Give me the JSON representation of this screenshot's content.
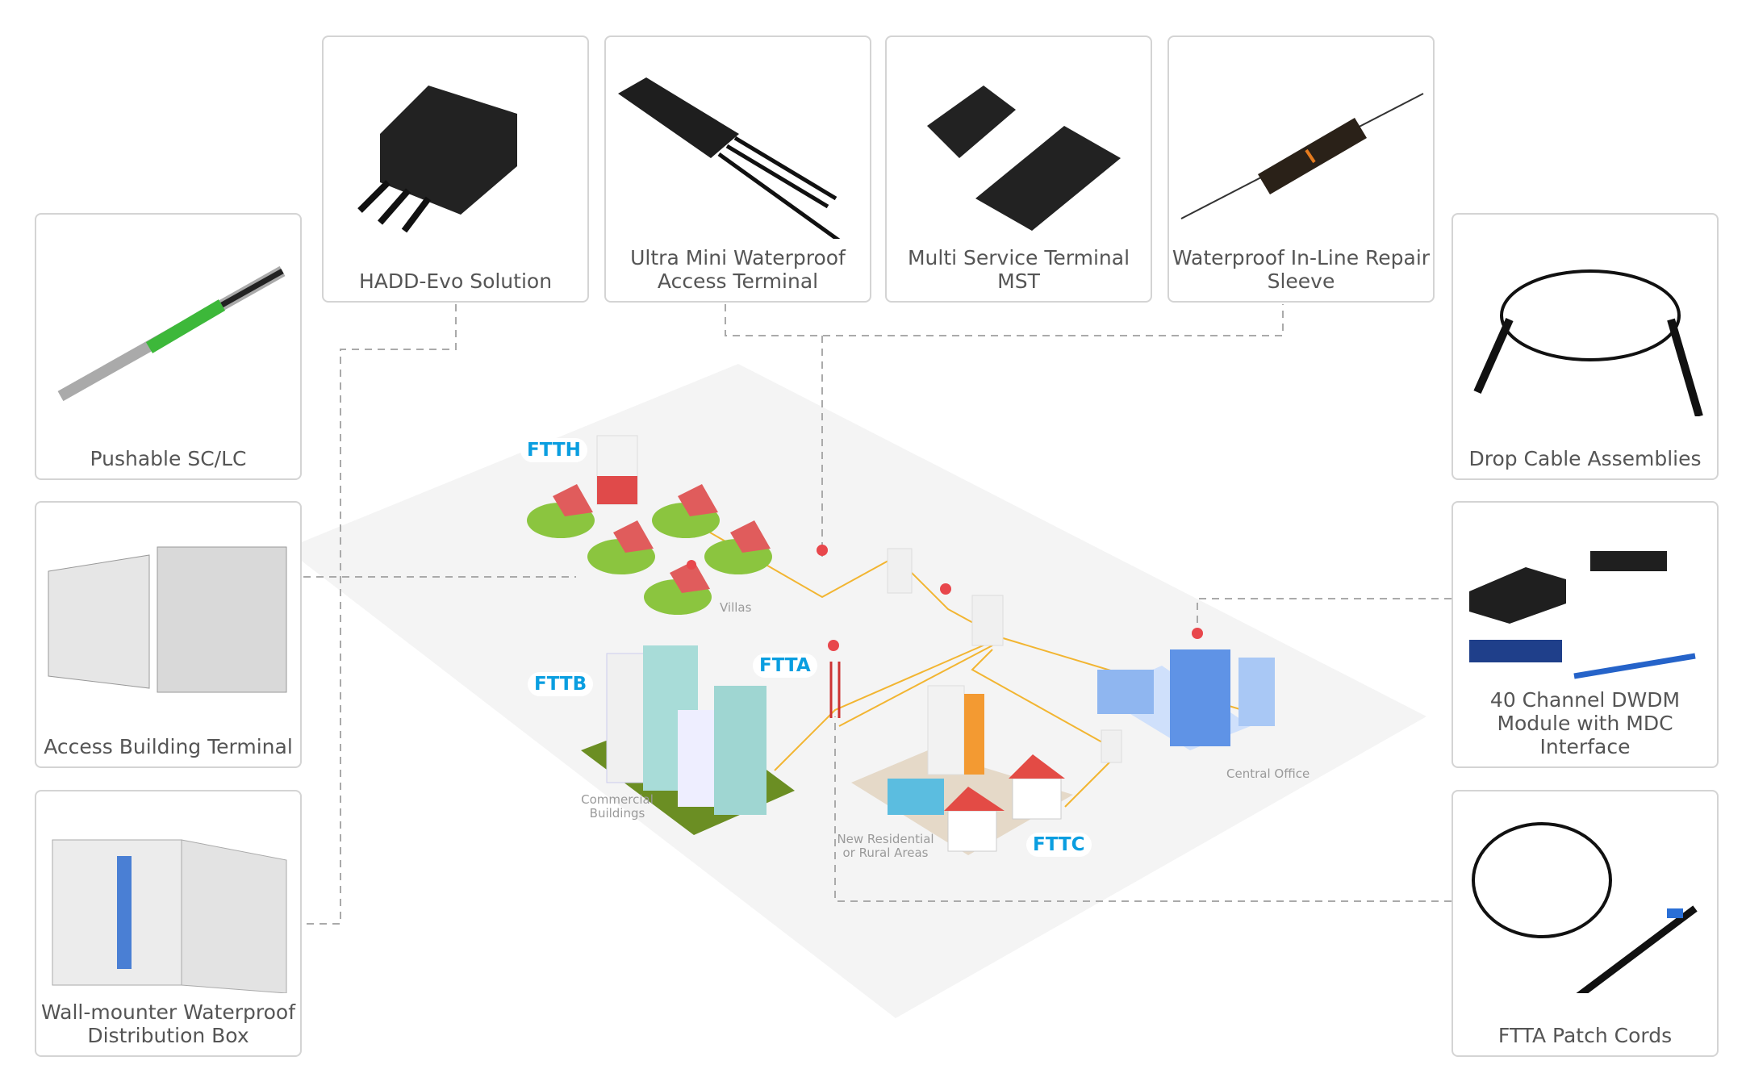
{
  "products": {
    "top": [
      {
        "label": "HADD-Evo Solution"
      },
      {
        "label": "Ultra Mini Waterproof Access Terminal"
      },
      {
        "label": "Multi Service Terminal MST"
      },
      {
        "label": "Waterproof In-Line Repair Sleeve"
      }
    ],
    "left": [
      {
        "label": "Pushable SC/LC"
      },
      {
        "label": "Access Building Terminal"
      },
      {
        "label": "Wall-mounter Waterproof Distribution Box"
      }
    ],
    "right": [
      {
        "label": "Drop Cable Assemblies"
      },
      {
        "label": "40 Channel DWDM Module with MDC Interface"
      },
      {
        "label": "FTTA Patch Cords"
      }
    ]
  },
  "scene": {
    "tags": {
      "ftth": "FTTH",
      "fttb": "FTTB",
      "ftta": "FTTA",
      "fttc": "FTTC"
    },
    "areas": {
      "villas": "Villas",
      "commercial": "Commercial Buildings",
      "residential": "New Residential or Rural Areas",
      "central_office": "Central Office"
    }
  },
  "colors": {
    "accent": "#0a9ee0",
    "fiber": "#f2b531",
    "pin": "#e8474c",
    "ground": "#f4f4f4"
  }
}
